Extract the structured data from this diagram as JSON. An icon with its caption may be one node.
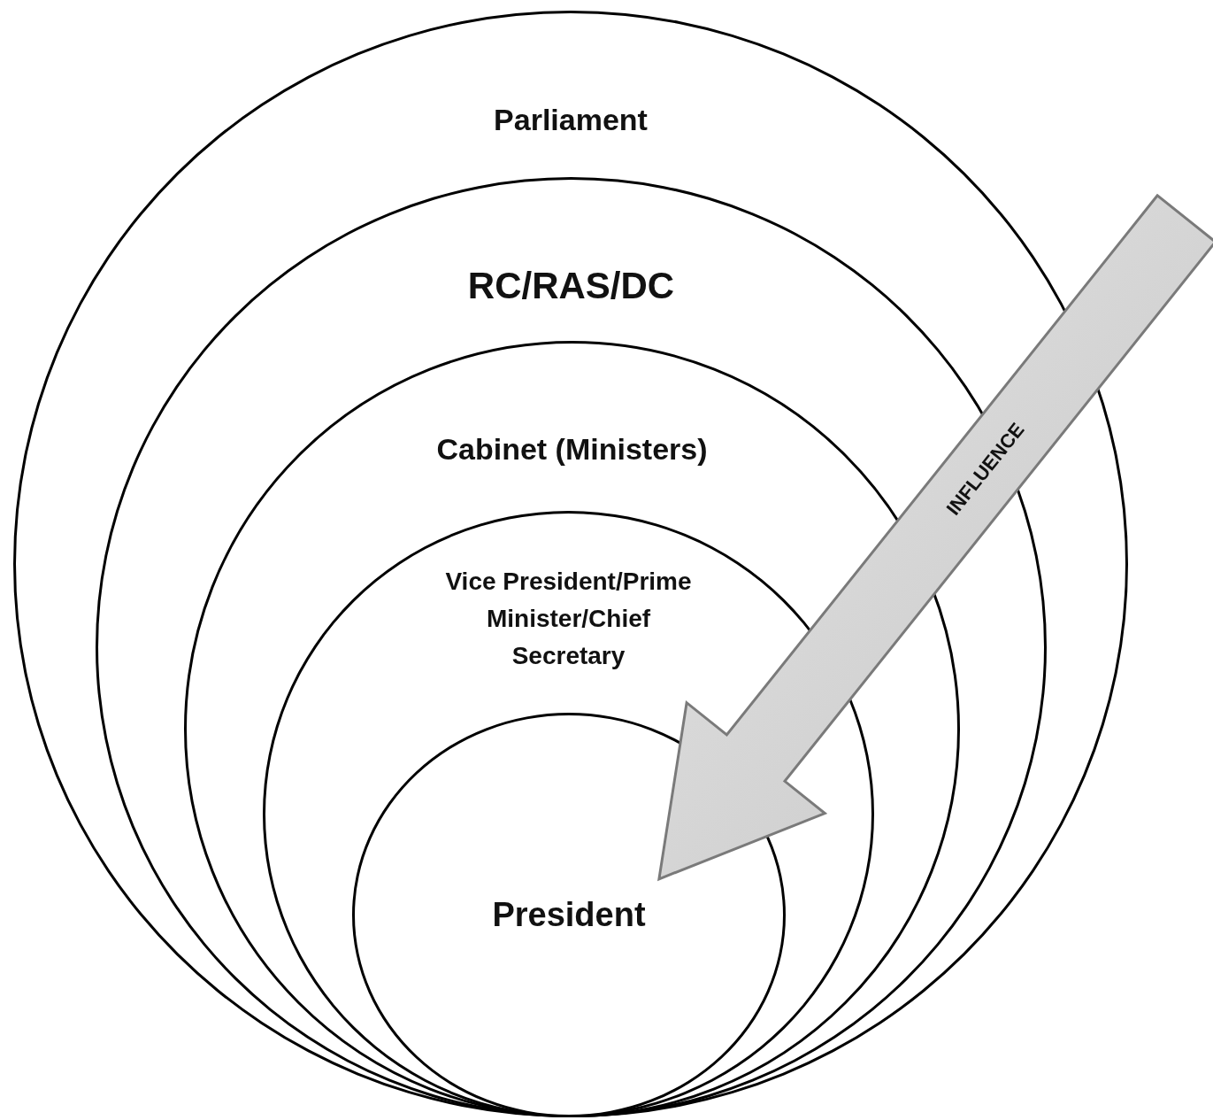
{
  "diagram": {
    "nodes": [
      {
        "text": [
          "Parliament"
        ]
      },
      {
        "text": [
          "RC/RAS/DC"
        ],
        "in": 0
      },
      {
        "text": [
          "Cabinet (Ministers)"
        ],
        "in": 1
      },
      {
        "text": [
          "Vice President/Prime Minister/Chief Secretary"
        ],
        "in": 2
      },
      {
        "text": [
          "President"
        ],
        "in": 3
      }
    ],
    "edges": [
      {
        "from": null,
        "to": 4,
        "arrow": "to",
        "label": "INFLUENCE",
        "style": "thick"
      }
    ]
  }
}
